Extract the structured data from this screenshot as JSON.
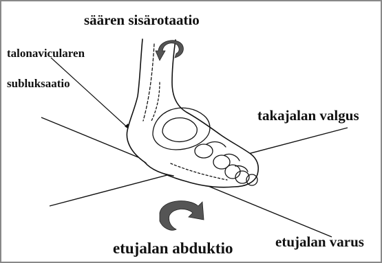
{
  "figure": {
    "labels": {
      "tibial_rotation": "säären sisärotaatio",
      "talonavicular": "talonavicularen",
      "subluxation": "subluksaatio",
      "hindfoot_valgus": "takajalan valgus",
      "forefoot_varus": "etujalan varus",
      "forefoot_abduction": "etujalan abduktio"
    },
    "colors": {
      "frame": "#888888",
      "line": "#111111",
      "arrow_fill": "#555555",
      "background": "#ffffff"
    },
    "icons": [
      "curved-rotation-arrow-icon"
    ]
  }
}
